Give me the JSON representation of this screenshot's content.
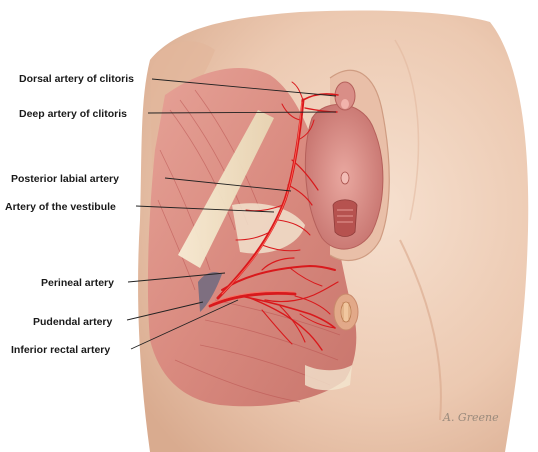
{
  "labels": {
    "dorsal_artery_of_clitoris": "Dorsal artery of clitoris",
    "deep_artery_of_clitoris": "Deep artery of clitoris",
    "posterior_labial_artery": "Posterior labial artery",
    "artery_of_the_vestibule": "Artery of the vestibule",
    "perineal_artery": "Perineal artery",
    "pudendal_artery": "Pudendal artery",
    "inferior_rectal_artery": "Inferior rectal artery"
  },
  "signature": "A. Greene",
  "colors": {
    "artery": "#d9191c",
    "muscle": "#d98d82",
    "skin": "#f2d6c2",
    "mucosa": "#d27f7a",
    "label_text": "#1a1a1a"
  }
}
